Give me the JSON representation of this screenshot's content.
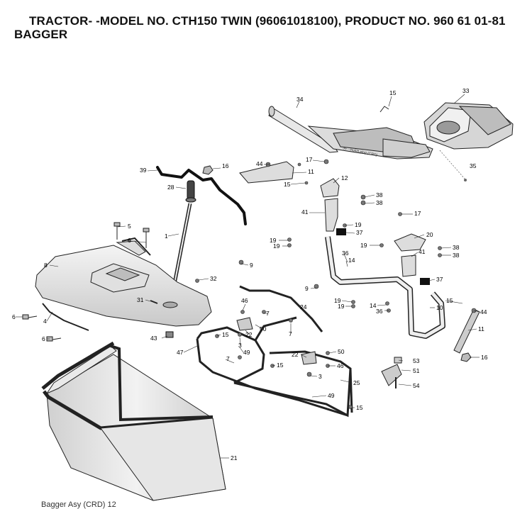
{
  "header": {
    "line1": "TRACTOR- -MODEL NO. CTH150 TWIN (96061018100), PRODUCT NO. 960 61 01-81",
    "line2": "BAGGER"
  },
  "footer": {
    "caption": "Bagger Asy (CRD)  12"
  },
  "diagram": {
    "inline_note": "36 - mulch plug (CRD)",
    "callouts": [
      "34",
      "15",
      "33",
      "35",
      "39",
      "16",
      "44",
      "11",
      "17",
      "12",
      "15",
      "28",
      "38",
      "38",
      "41",
      "17",
      "19",
      "37",
      "5",
      "6",
      "1",
      "20",
      "19",
      "19",
      "19",
      "38",
      "36",
      "14",
      "41",
      "38",
      "8",
      "32",
      "9",
      "37",
      "31",
      "9",
      "19",
      "19",
      "14",
      "36",
      "15",
      "10",
      "6",
      "4",
      "46",
      "7",
      "24",
      "44",
      "22",
      "50",
      "6",
      "43",
      "3",
      "7",
      "11",
      "15",
      "47",
      "49",
      "22",
      "50",
      "53",
      "7",
      "16",
      "15",
      "46",
      "51",
      "3",
      "25",
      "54",
      "49",
      "15",
      "21"
    ]
  }
}
